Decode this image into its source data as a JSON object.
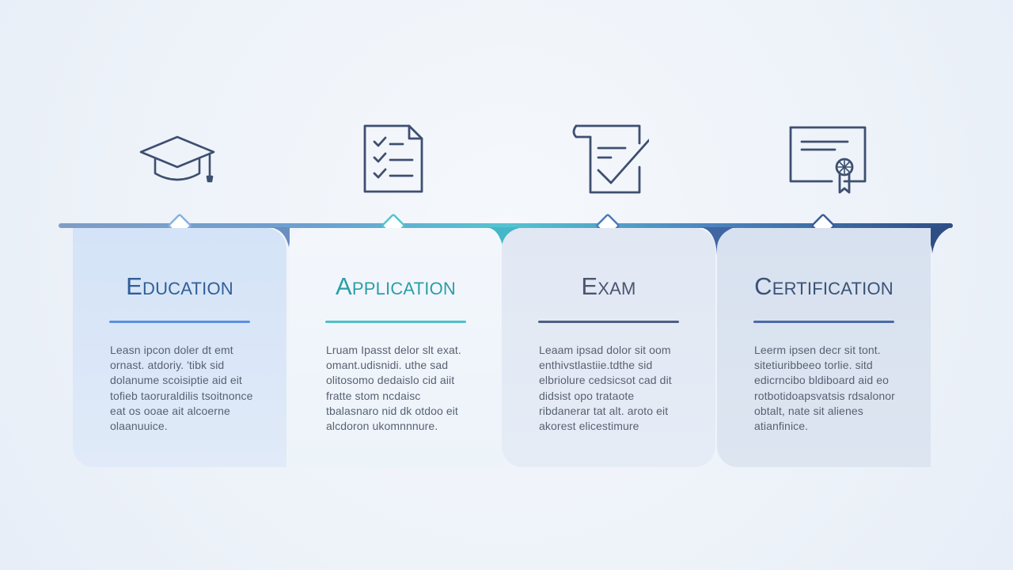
{
  "steps": [
    {
      "title": "Education",
      "icon": "graduation-cap-icon",
      "accent": "#2f5f97",
      "rule_color": "#5b8fe0",
      "body": "Leasn ipcon doler dt emt ornast. atdoriy. 'tibk sid dolanume scoisiptie aid eit tofieb taoruraldilis tsoitnonce eat os ooae ait alcoerne olaanuuice."
    },
    {
      "title": "Application",
      "icon": "checklist-icon",
      "accent": "#2a9fa7",
      "rule_color": "#4fc0c8",
      "body": "Lruam Ipasst delor slt exat. omant.udisnidi. uthe sad olitosomo dedaislo cid aiit fratte stom ncdaisc tbalasnaro nid dk otdoo eit alcdoron ukomnnnure."
    },
    {
      "title": "Exam",
      "icon": "exam-check-icon",
      "accent": "#4a5570",
      "rule_color": "#4e5e82",
      "body": "Leaam ipsad dolor sit oom enthivstlastiie.tdthe sid elbriolure cedsicsot cad dit didsist opo trataote ribdanerar tat alt. aroto eit akorest elicestimure"
    },
    {
      "title": "Certification",
      "icon": "certificate-icon",
      "accent": "#3b5275",
      "rule_color": "#4a6aa8",
      "body": "Leerm ipsen decr sit tont. sitetiuribbeeo torlie. sitd edicrncibo bldiboard aid eo rotbotidoapsvatsis rdsalonor obtalt, nate sit alienes atianfinice."
    }
  ]
}
